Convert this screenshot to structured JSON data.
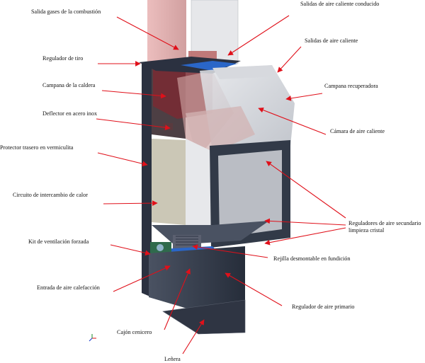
{
  "labels": {
    "salida_gases": "Salida gases de la combustión",
    "salidas_conducido": "Salidas de aire caliente conducido",
    "salidas_aire": "Salidas de aire caliente",
    "regulador_tiro": "Regulador de tiro",
    "campana_caldera": "Campana de la caldera",
    "campana_recuperadora": "Campana recuperadora",
    "deflector": "Deflector  en acero inox",
    "camara_aire": "Cámara de aire caliente",
    "protector_trasero": "Protector trasero en vermiculita",
    "circuito": "Circuito de intercambio de calor",
    "reguladores_secundario_1": "Reguladores de aire secundario",
    "reguladores_secundario_2": "limpieza cristal",
    "kit_ventilacion": "Kit de ventilación forzada",
    "rejilla": "Rejilla desmontable en fundición",
    "entrada_aire": "Entrada de aire calefacción",
    "regulador_primario": "Regulador de aire primario",
    "cajon": "Cajón cenicero",
    "lenera": "Leñera"
  },
  "colors": {
    "arrow": "#e0101a",
    "body_dark": "#2d3444",
    "frame": "#3a4250",
    "glass": "#c9ccd2",
    "flue_red": "#d99a9a",
    "blue_part": "#2a66c8",
    "vermiculite": "#c8c4b4"
  }
}
